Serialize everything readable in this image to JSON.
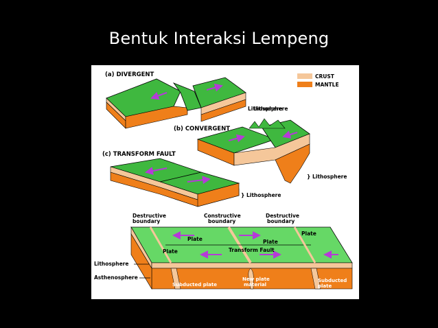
{
  "slide": {
    "title": "Bentuk Interaksi Lempeng"
  },
  "colors": {
    "background": "#000000",
    "crust_green": "#3fb83f",
    "crust_tan": "#f5c79a",
    "mantle_orange": "#ef7f1a",
    "arrow_purple": "#b53ad8",
    "top_green": "#66d866"
  },
  "legend": {
    "crust": "CRUST",
    "mantle": "MANTLE"
  },
  "panels": {
    "divergent": "(a) DIVERGENT",
    "convergent": "(b) CONVERGENT",
    "transform": "(c) TRANSFORM FAULT"
  },
  "lithosphere_labels": [
    "Lithosphere",
    "Lithosphere",
    "Lithosphere"
  ],
  "bottom_block": {
    "destructive_left": "Destructive",
    "constructive": "Constructive",
    "destructive_right": "Destructive",
    "boundary": "boundary",
    "plate": "Plate",
    "transform_fault": "Transform Fault",
    "lithosphere": "Lithosphere",
    "asthenosphere": "Asthenosphere",
    "subducted_plate": "Subducted plate",
    "new_plate_line1": "New plate",
    "new_plate_line2": "material",
    "subducted_line1": "Subducted",
    "subducted_line2": "plate"
  }
}
